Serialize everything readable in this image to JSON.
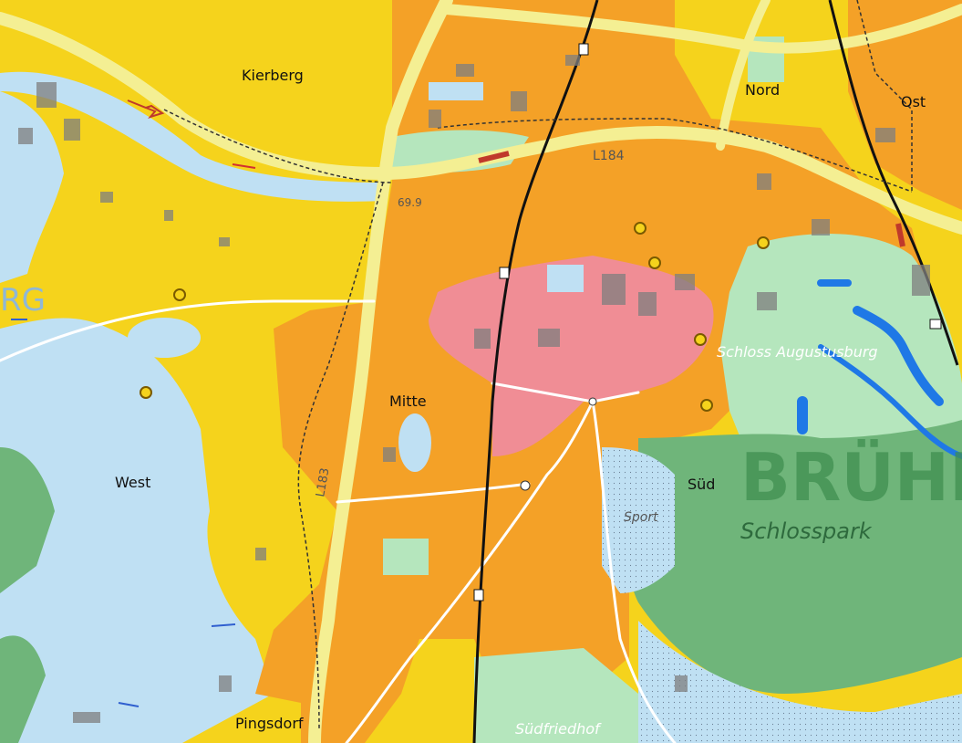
{
  "map": {
    "colors": {
      "water": "#bfe0f3",
      "residential": "#f5d31c",
      "commercial": "#f4a127",
      "core": "#f08d95",
      "park": "#6fb57a",
      "green_light": "#b5e6bd",
      "road": "#f4ef93",
      "rail": "#111111",
      "building": "#7f7f7f",
      "waterway": "#1f78e6"
    },
    "labels": {
      "kierberg": "Kierberg",
      "nord": "Nord",
      "ost": "Ost",
      "mitte": "Mitte",
      "west": "West",
      "sued": "Süd",
      "pingsdorf": "Pingsdorf",
      "bruehl": "BRÜHL",
      "schlosspark": "Schlosspark",
      "schloss_augustusburg": "Schloss Augustusburg",
      "sport": "Sport",
      "suedfriedhof": "Südfriedhof",
      "l184": "L184",
      "l183": "L183",
      "elev": "69.9",
      "rg_fragment": "RG"
    },
    "icons": [
      "arrow-icon",
      "poi-icon",
      "station-icon",
      "rail-line",
      "roundabout-icon"
    ]
  }
}
